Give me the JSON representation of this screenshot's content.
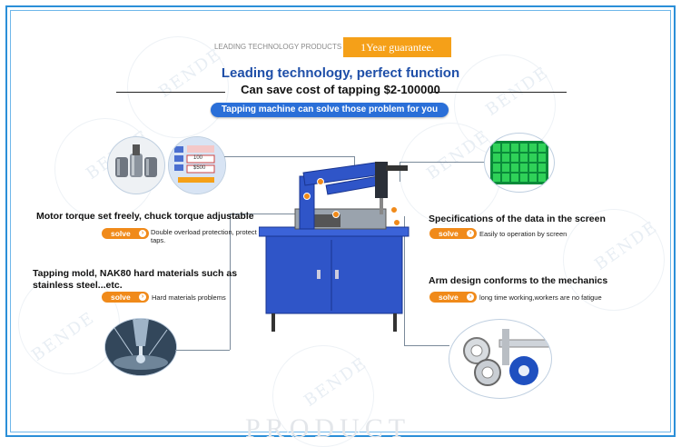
{
  "header": {
    "small_label": "LEADING TECHNOLOGY PRODUCTS",
    "banner": "1Year guarantee.",
    "headline": "Leading technology, perfect function",
    "subheadline": "Can save cost of tapping $2-100000",
    "pill": "Tapping machine can solve those problem for you"
  },
  "watermark": "BENDE",
  "screen_values": [
    "100",
    "$500"
  ],
  "features": [
    {
      "title": "Motor torque set freely, chuck torque adjustable",
      "solve": "solve",
      "desc": "Double overload protection, protect taps."
    },
    {
      "title": "Tapping mold, NAK80 hard materials such as stainless steel...etc.",
      "solve": "solve",
      "desc": "Hard materials problems"
    },
    {
      "title": "Specifications of the data in the screen",
      "solve": "solve",
      "desc": "Easily to operation by screen"
    },
    {
      "title": "Arm design conforms to the mechanics",
      "solve": "solve",
      "desc": "long time working,workers are no fatigue"
    }
  ],
  "footer_ghost": "PRODUCT",
  "colors": {
    "accent_blue": "#1f4fa8",
    "pill_blue": "#2a6fd8",
    "solve_orange": "#f08a1a",
    "banner_orange": "#f5a018",
    "border_blue": "#2b8fd8",
    "machine_blue": "#2f55c8"
  }
}
